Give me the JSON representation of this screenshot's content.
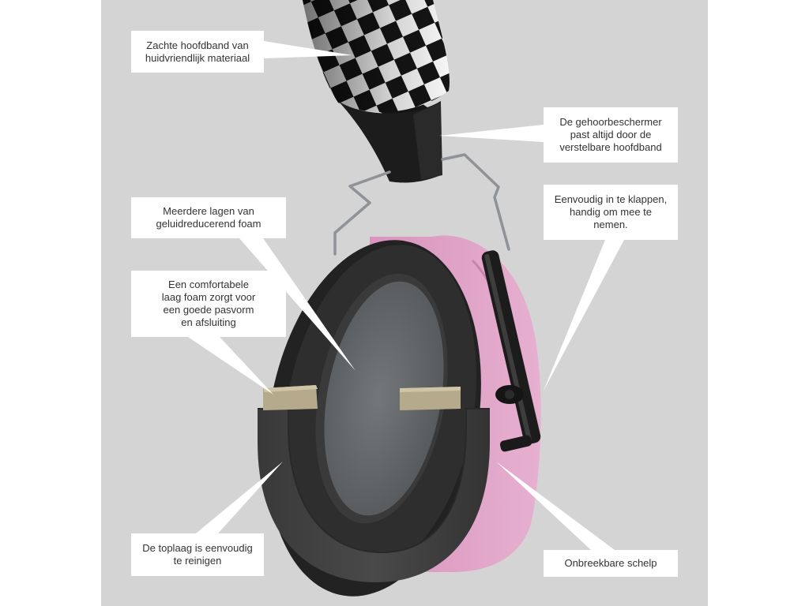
{
  "colors": {
    "background": "#d4d4d4",
    "callout_box": "#ffffff",
    "callout_text": "#333333",
    "shell_pink": "#e2a3c7",
    "cushion_dark": "#3c3b3b",
    "foam_grey": "#6b6e70",
    "foam_beige": "#b6aa8c",
    "headband_black": "#151515"
  },
  "callouts": {
    "headband": "Zachte hoofdband van\nhuidvriendlijk materiaal",
    "adjustable": "De gehoorbeschermer\npast altijd door de\nverstelbare hoofdband",
    "layers": "Meerdere lagen van\ngeluidreducerend foam",
    "foldable": "Eenvoudig in te klappen,\nhandig om mee te\nnemen.",
    "comfort": "Een comfortabele\nlaag foam zorgt voor\neen goede pasvorm\nen afsluiting",
    "cleaning": "De toplaag is eenvoudig\nte reinigen",
    "shell": "Onbreekbare schelp"
  },
  "icons": [
    "headband-checkered",
    "adjuster-wire",
    "earcup",
    "hinge-cylinder",
    "foam-layer"
  ]
}
